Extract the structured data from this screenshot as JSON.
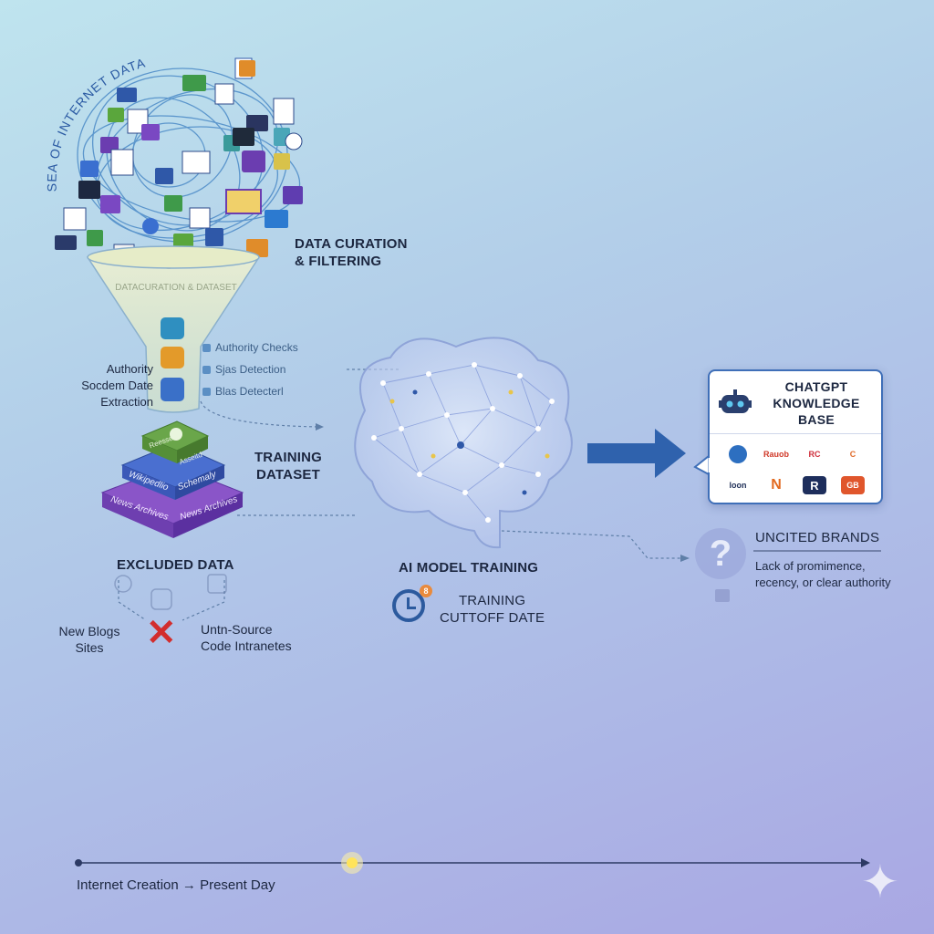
{
  "sea_label": "SEA OF INTERNET DATA",
  "curation": {
    "line1": "DATA CURATION",
    "line2": "& FILTERING"
  },
  "funnel_label": "DATACURATION & DATASET",
  "authority_left": {
    "line1": "Authority",
    "line2": "Socdem Date",
    "line3": "Extraction"
  },
  "checks": [
    "Authority Checks",
    "Sjas Detection",
    "Blas Detecterl"
  ],
  "training_dataset": {
    "line1": "TRAINING",
    "line2": "DATASET"
  },
  "stack_layers": {
    "top": [
      "Reesse",
      "Asseitd"
    ],
    "middle": [
      "Wikipedlio",
      "Schemaly"
    ],
    "bottom": [
      "News Archives",
      "News Archives"
    ]
  },
  "excluded": {
    "title": "EXCLUDED DATA",
    "left": {
      "line1": "New Blogs",
      "line2": "Sites"
    },
    "right": {
      "line1": "Untn-Source",
      "line2": "Code Intranetes"
    }
  },
  "ai_training": {
    "title": "AI MODEL TRAINING",
    "cutoff_line1": "TRAINING",
    "cutoff_line2": "CUTTOFF DATE",
    "badge": "8"
  },
  "knowledge_base": {
    "title_line1": "CHATGPT",
    "title_line2": "KNOWLEDGE BASE",
    "brands": [
      {
        "icon": "globe-logo",
        "text": "",
        "color": "#2d6fc0"
      },
      {
        "icon": "red-wordmark-logo",
        "text": "Rauob",
        "color": "#d03a2a"
      },
      {
        "icon": "rc-logo",
        "text": "RC",
        "color": "#cf2f3c"
      },
      {
        "icon": "orange-mark-logo",
        "text": "C",
        "color": "#e06b2a"
      },
      {
        "icon": "loon-logo",
        "text": "loon",
        "color": "#22325a"
      },
      {
        "icon": "n-logo",
        "text": "N",
        "color": "#e26a1f"
      },
      {
        "icon": "r-logo",
        "text": "R",
        "color": "#1e2e5c"
      },
      {
        "icon": "orange-box-logo",
        "text": "GB",
        "color": "#e0562c"
      }
    ]
  },
  "uncited": {
    "title": "UNCITED BRANDS",
    "line1": "Lack of promimence,",
    "line2": "recency, or clear authority"
  },
  "timeline": {
    "label": "Internet Creation → Present Day"
  },
  "colors": {
    "accent": "#2c5a9e",
    "arrow": "#2f62ad",
    "stack_green": "#6aa64a",
    "stack_blue": "#4a6fd0",
    "stack_purple": "#8a55c8",
    "excluded_red": "#d22d2d"
  }
}
